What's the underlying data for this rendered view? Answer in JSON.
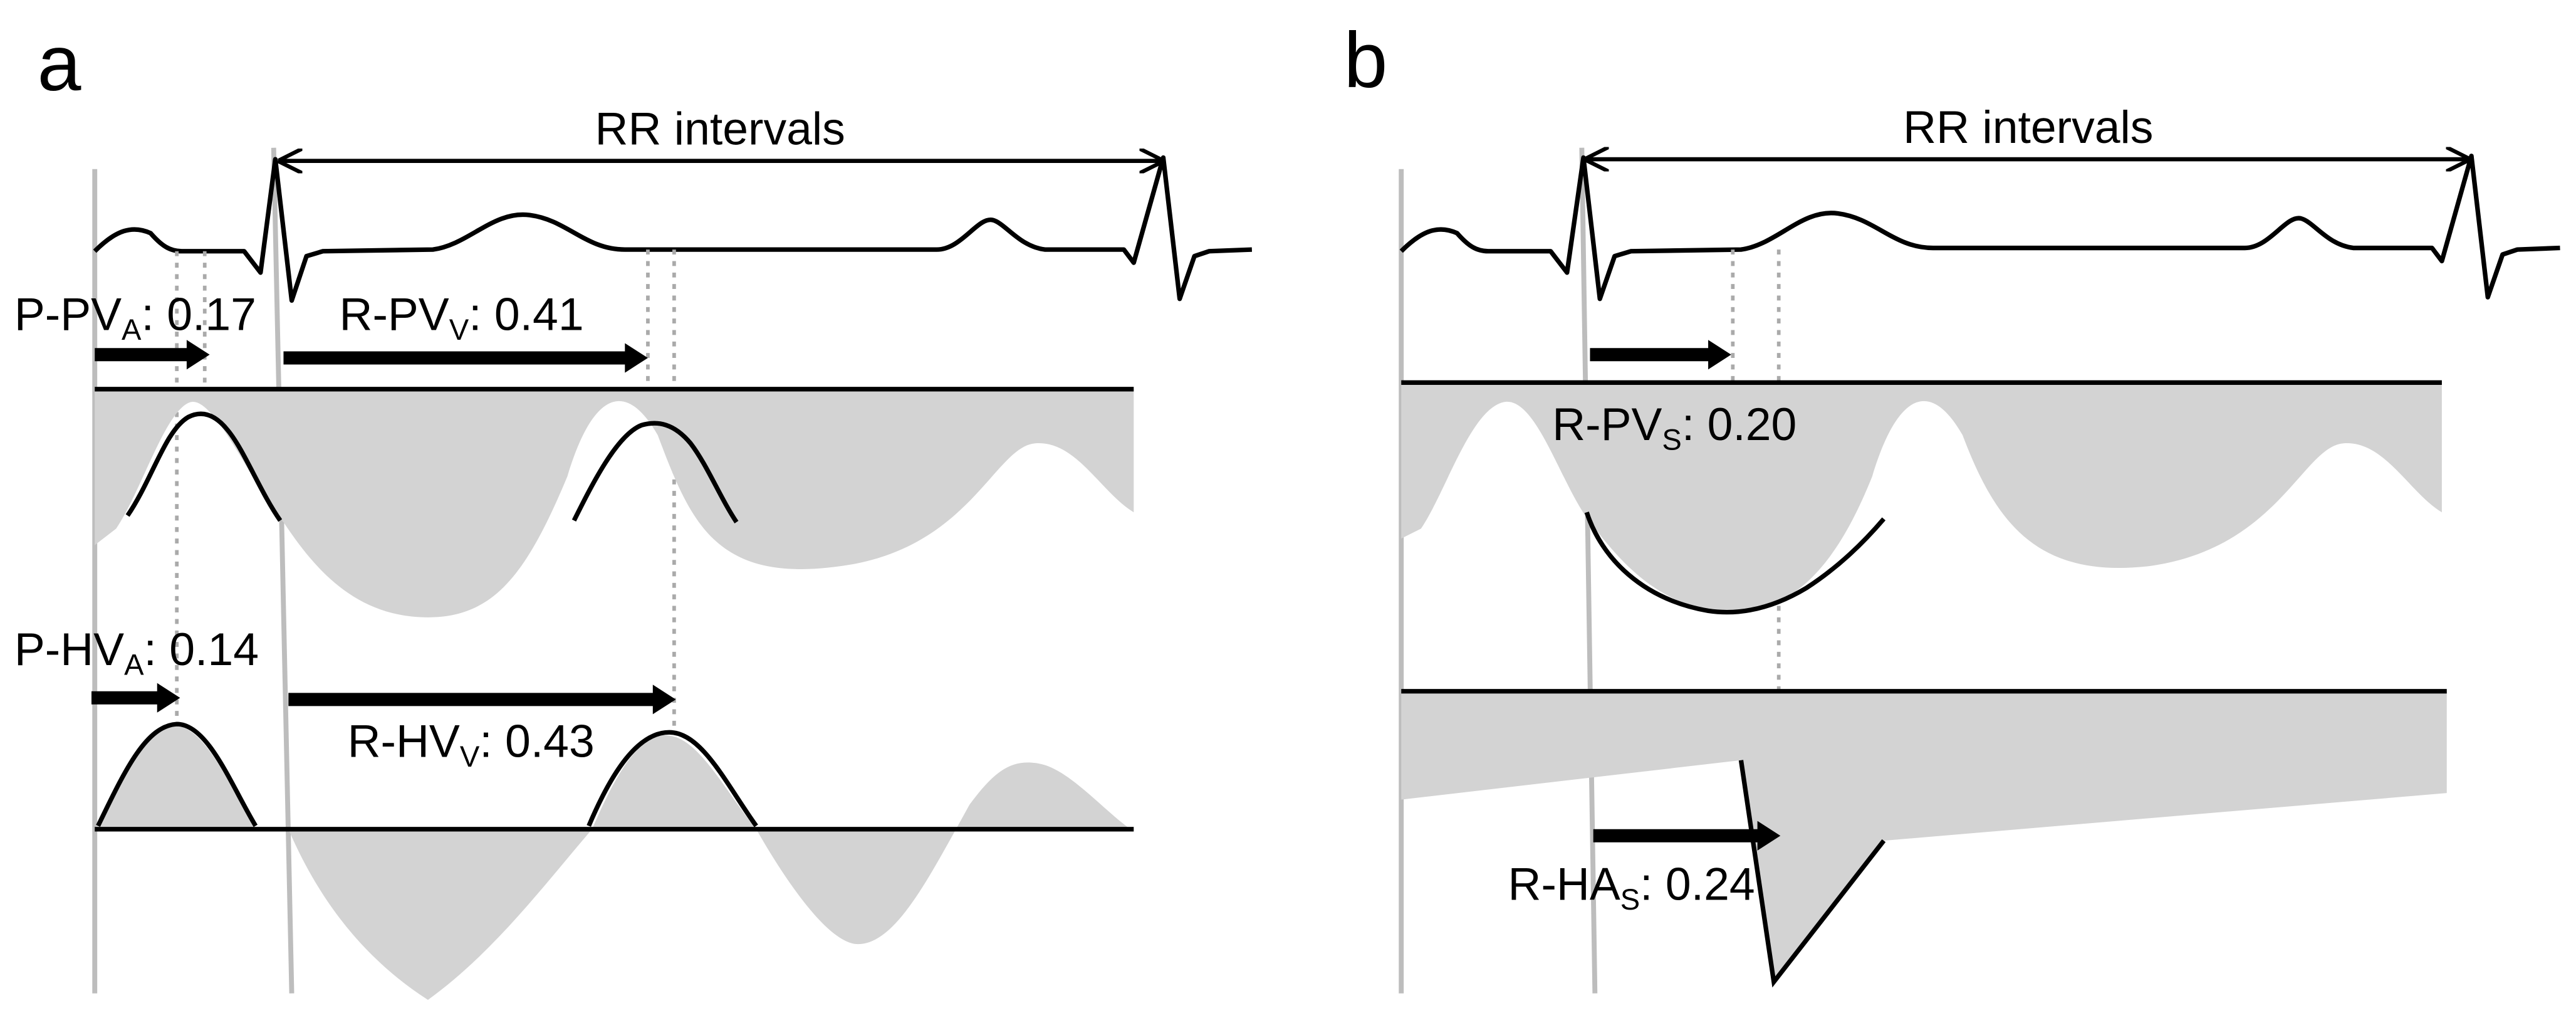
{
  "panel_a": {
    "letter": "a",
    "rr_label": "RR intervals",
    "ppva": {
      "prefix": "P-PV",
      "sub": "A",
      "value": ": 0.17"
    },
    "rpvv": {
      "prefix": "R-PV",
      "sub": "V",
      "value": ": 0.41"
    },
    "phva": {
      "prefix": "P-HV",
      "sub": "A",
      "value": ": 0.14"
    },
    "rhvv": {
      "prefix": "R-HV",
      "sub": "V",
      "value": ": 0.43"
    }
  },
  "panel_b": {
    "letter": "b",
    "rr_label": "RR intervals",
    "rpvs": {
      "prefix": "R-PV",
      "sub": "S",
      "value": ": 0.20"
    },
    "rhas": {
      "prefix": "R-HA",
      "sub": "S",
      "value": ": 0.24"
    }
  },
  "colors": {
    "waveform": "#000000",
    "fill": "#d3d3d3",
    "guide": "#bdbdbd",
    "marker": "#aaaaaa"
  }
}
